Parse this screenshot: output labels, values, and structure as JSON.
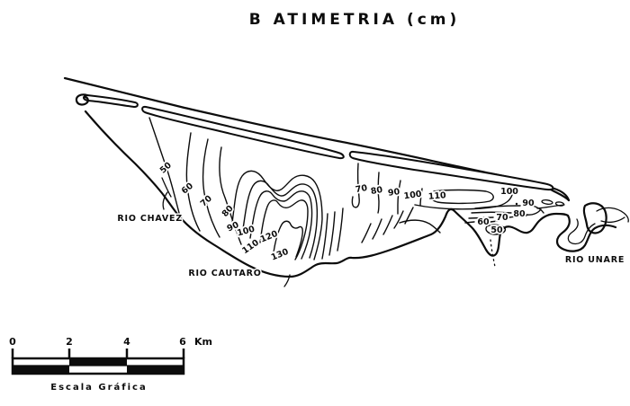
{
  "title": "B ATIMETRIA (cm)",
  "map": {
    "labels": {
      "rio_chavez": "RIO CHAVEZ",
      "rio_cautaro": "RIO CAUTARO",
      "rio_unare": "RIO UNARE"
    },
    "contour_labels": [
      {
        "id": "west-50",
        "text": "50"
      },
      {
        "id": "west-60",
        "text": "60"
      },
      {
        "id": "west-70",
        "text": "70"
      },
      {
        "id": "west-80",
        "text": "80"
      },
      {
        "id": "west-90",
        "text": "90"
      },
      {
        "id": "west-100",
        "text": "100"
      },
      {
        "id": "west-110",
        "text": "110"
      },
      {
        "id": "west-120",
        "text": "120"
      },
      {
        "id": "west-130",
        "text": "130"
      },
      {
        "id": "north-70",
        "text": "70"
      },
      {
        "id": "north-80",
        "text": "80"
      },
      {
        "id": "north-90",
        "text": "90"
      },
      {
        "id": "north-100",
        "text": "100"
      },
      {
        "id": "north-110",
        "text": "110"
      },
      {
        "id": "east-100",
        "text": "100"
      },
      {
        "id": "east-90",
        "text": "90"
      },
      {
        "id": "east-80",
        "text": "80"
      },
      {
        "id": "east-70",
        "text": "70"
      },
      {
        "id": "east-60",
        "text": "60"
      },
      {
        "id": "east-50",
        "text": "50"
      }
    ]
  },
  "scale_bar": {
    "tick0": "0",
    "tick2": "2",
    "tick4": "4",
    "tick6": "6",
    "unit": "Km",
    "caption": "Escala Gráfica"
  },
  "colors": {
    "ink": "#0c0c0c",
    "paper": "#ffffff"
  }
}
